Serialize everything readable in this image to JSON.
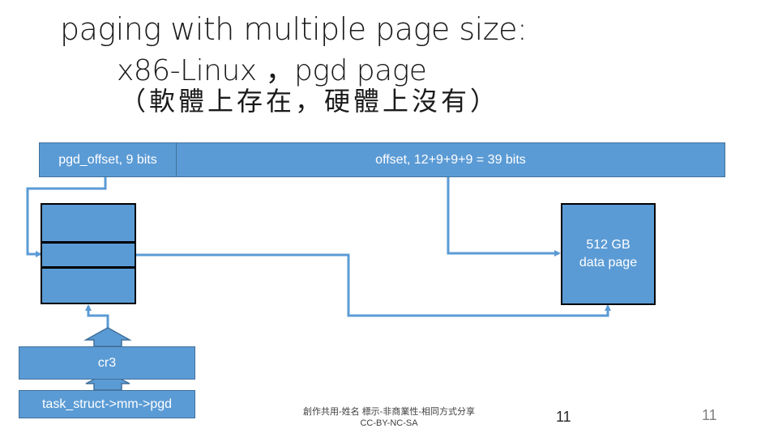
{
  "title": {
    "line1": "paging with multiple page size:",
    "line2": "x86-Linux ，pgd page",
    "line3": "（軟體上存在，硬體上沒有）"
  },
  "address": {
    "pgd_field": "pgd_offset, 9 bits",
    "offset_field": "offset, 12+9+9+9 = 39 bits"
  },
  "data_page": {
    "line1": "512 GB",
    "line2": "data page"
  },
  "registers": {
    "cr3": "cr3",
    "task": "task_struct->mm->pgd"
  },
  "footer": {
    "license_line1": "創作共用-姓名 標示-非商業性-相同方式分享",
    "license_line2": "CC-BY-NC-SA",
    "page_center": "11",
    "page_right": "11"
  },
  "colors": {
    "box_fill": "#5b9bd5",
    "box_border": "#41719c",
    "wire": "#5b9bd5"
  }
}
